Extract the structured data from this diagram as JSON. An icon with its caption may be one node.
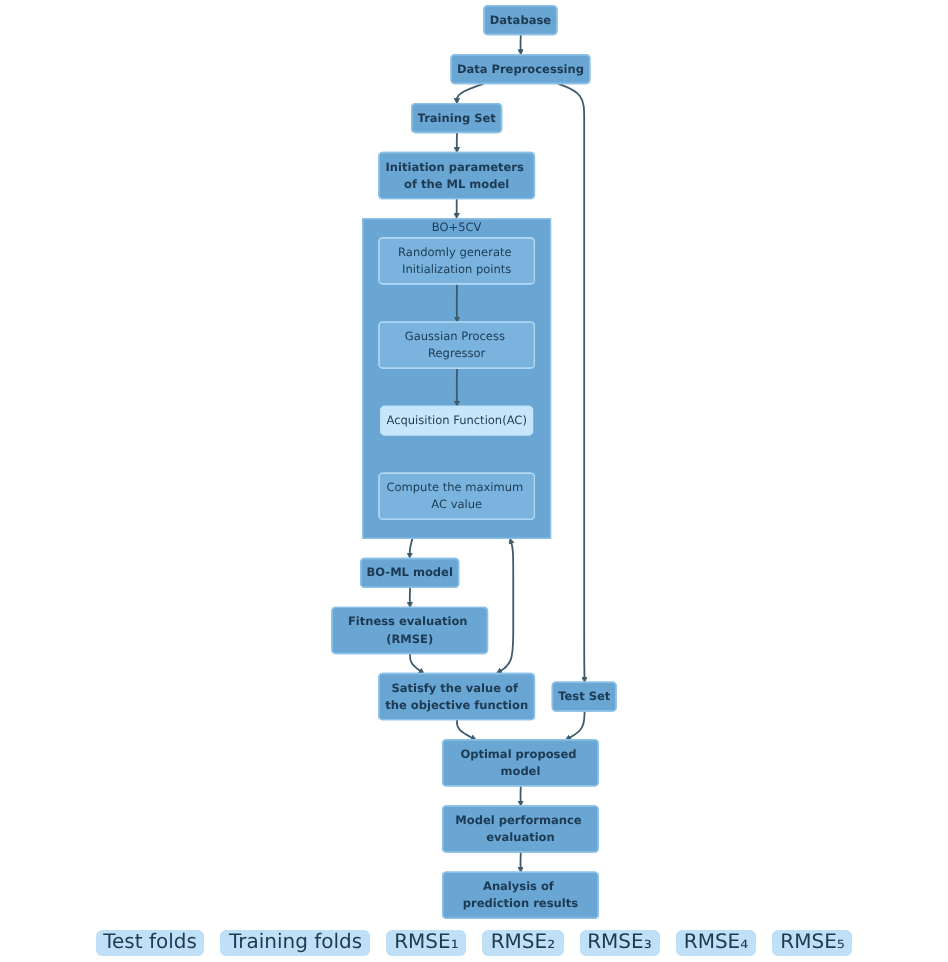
{
  "diagram": {
    "nodes": [
      {
        "text": [
          "Database"
        ]
      },
      {
        "text": [
          "Data Preprocessing"
        ]
      },
      {
        "text": [
          "Training Set"
        ]
      },
      {
        "text": [
          "Test Set"
        ]
      },
      {
        "text": [
          "Initiation parameters of the ML model"
        ]
      },
      {
        "text": [
          "BO+5CV"
        ]
      },
      {
        "text": [
          "Randomly generate Initialization points"
        ],
        "in": 5
      },
      {
        "text": [
          "Gaussian Process Regressor"
        ],
        "in": 5
      },
      {
        "text": [
          "Acquisition Function(AC)"
        ],
        "in": 5
      },
      {
        "text": [
          "Compute the maximum AC value"
        ],
        "in": 5
      },
      {
        "text": [
          "BO-ML model"
        ]
      },
      {
        "text": [
          "Fitness evaluation (RMSE)"
        ]
      },
      {
        "text": [
          "Satisfy the value of the objective function"
        ]
      },
      {
        "text": [
          "Optimal proposed model"
        ]
      },
      {
        "text": [
          "Model performance evaluation"
        ]
      },
      {
        "text": [
          "Analysis of prediction results"
        ]
      }
    ],
    "edges": [
      {
        "from": 0,
        "to": 1,
        "arrow": "to"
      },
      {
        "from": 1,
        "to": 2,
        "arrow": "to"
      },
      {
        "from": 1,
        "to": 3,
        "arrow": "to"
      },
      {
        "from": 2,
        "to": 4,
        "arrow": "to"
      },
      {
        "from": 4,
        "to": 5,
        "arrow": "to"
      },
      {
        "from": 6,
        "to": 7,
        "arrow": "to"
      },
      {
        "from": 7,
        "to": 8,
        "arrow": "to"
      },
      {
        "from": 5,
        "to": 10,
        "arrow": "to"
      },
      {
        "from": 10,
        "to": 11,
        "arrow": "to"
      },
      {
        "from": 11,
        "to": 12,
        "arrow": "to"
      },
      {
        "from": 12,
        "to": 5,
        "arrow": "both"
      },
      {
        "from": 12,
        "to": 13,
        "arrow": "to"
      },
      {
        "from": 3,
        "to": 13,
        "arrow": "to"
      },
      {
        "from": 13,
        "to": 14,
        "arrow": "to"
      },
      {
        "from": 14,
        "to": 15,
        "arrow": "to"
      }
    ],
    "labels": [
      "Test folds",
      "Training folds",
      "RMSE₁",
      "RMSE₂",
      "RMSE₃",
      "RMSE₄",
      "RMSE₅"
    ]
  }
}
